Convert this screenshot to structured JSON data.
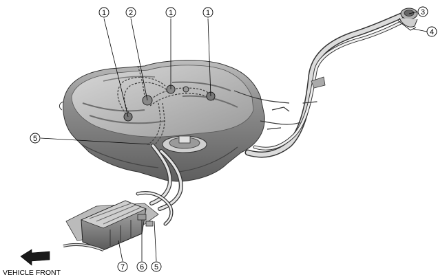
{
  "callouts": {
    "c1a": "1",
    "c2": "2",
    "c1b": "1",
    "c1c": "1",
    "c3": "3",
    "c4": "4",
    "c5a": "5",
    "c7": "7",
    "c6": "6",
    "c5b": "5"
  },
  "vehicle_front_label": "VEHICLE FRONT"
}
